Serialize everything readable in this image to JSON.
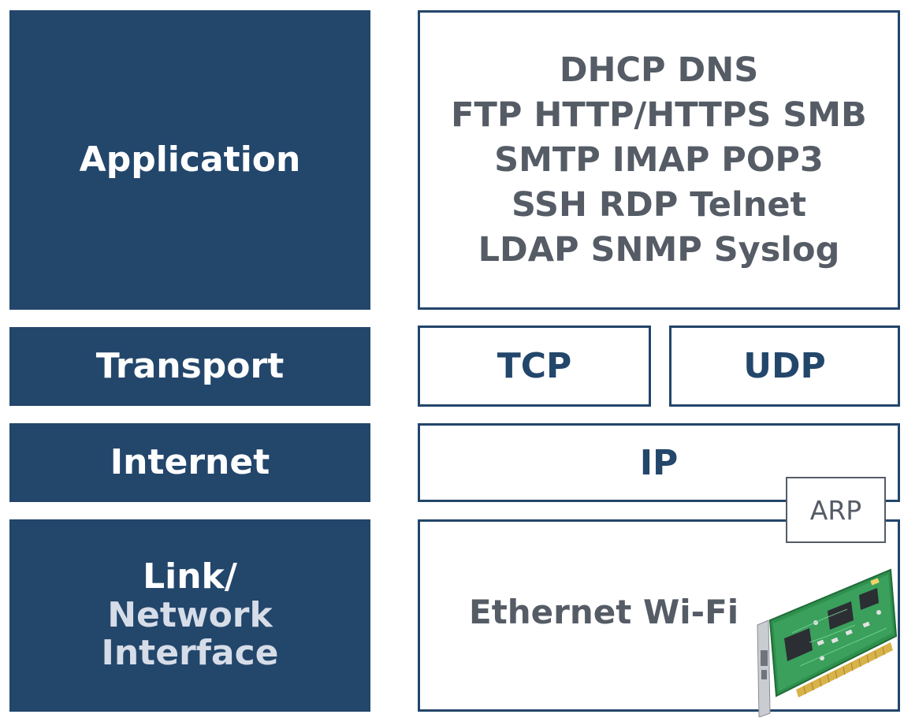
{
  "layers": {
    "application": "Application",
    "transport": "Transport",
    "internet": "Internet",
    "link_line1": "Link/",
    "link_line2": "Network",
    "link_line3": "Interface"
  },
  "protocols": {
    "application_lines": [
      "DHCP DNS",
      "FTP HTTP/HTTPS SMB",
      "SMTP IMAP POP3",
      "SSH RDP Telnet",
      "LDAP SNMP Syslog"
    ],
    "tcp": "TCP",
    "udp": "UDP",
    "ip": "IP",
    "arp": "ARP",
    "link": "Ethernet Wi-Fi"
  },
  "icons": {
    "nic": "network-interface-card-icon"
  },
  "colors": {
    "layer_fill": "#23466b",
    "protocol_text": "#555c66",
    "pcb_green": "#2f8f4e"
  }
}
